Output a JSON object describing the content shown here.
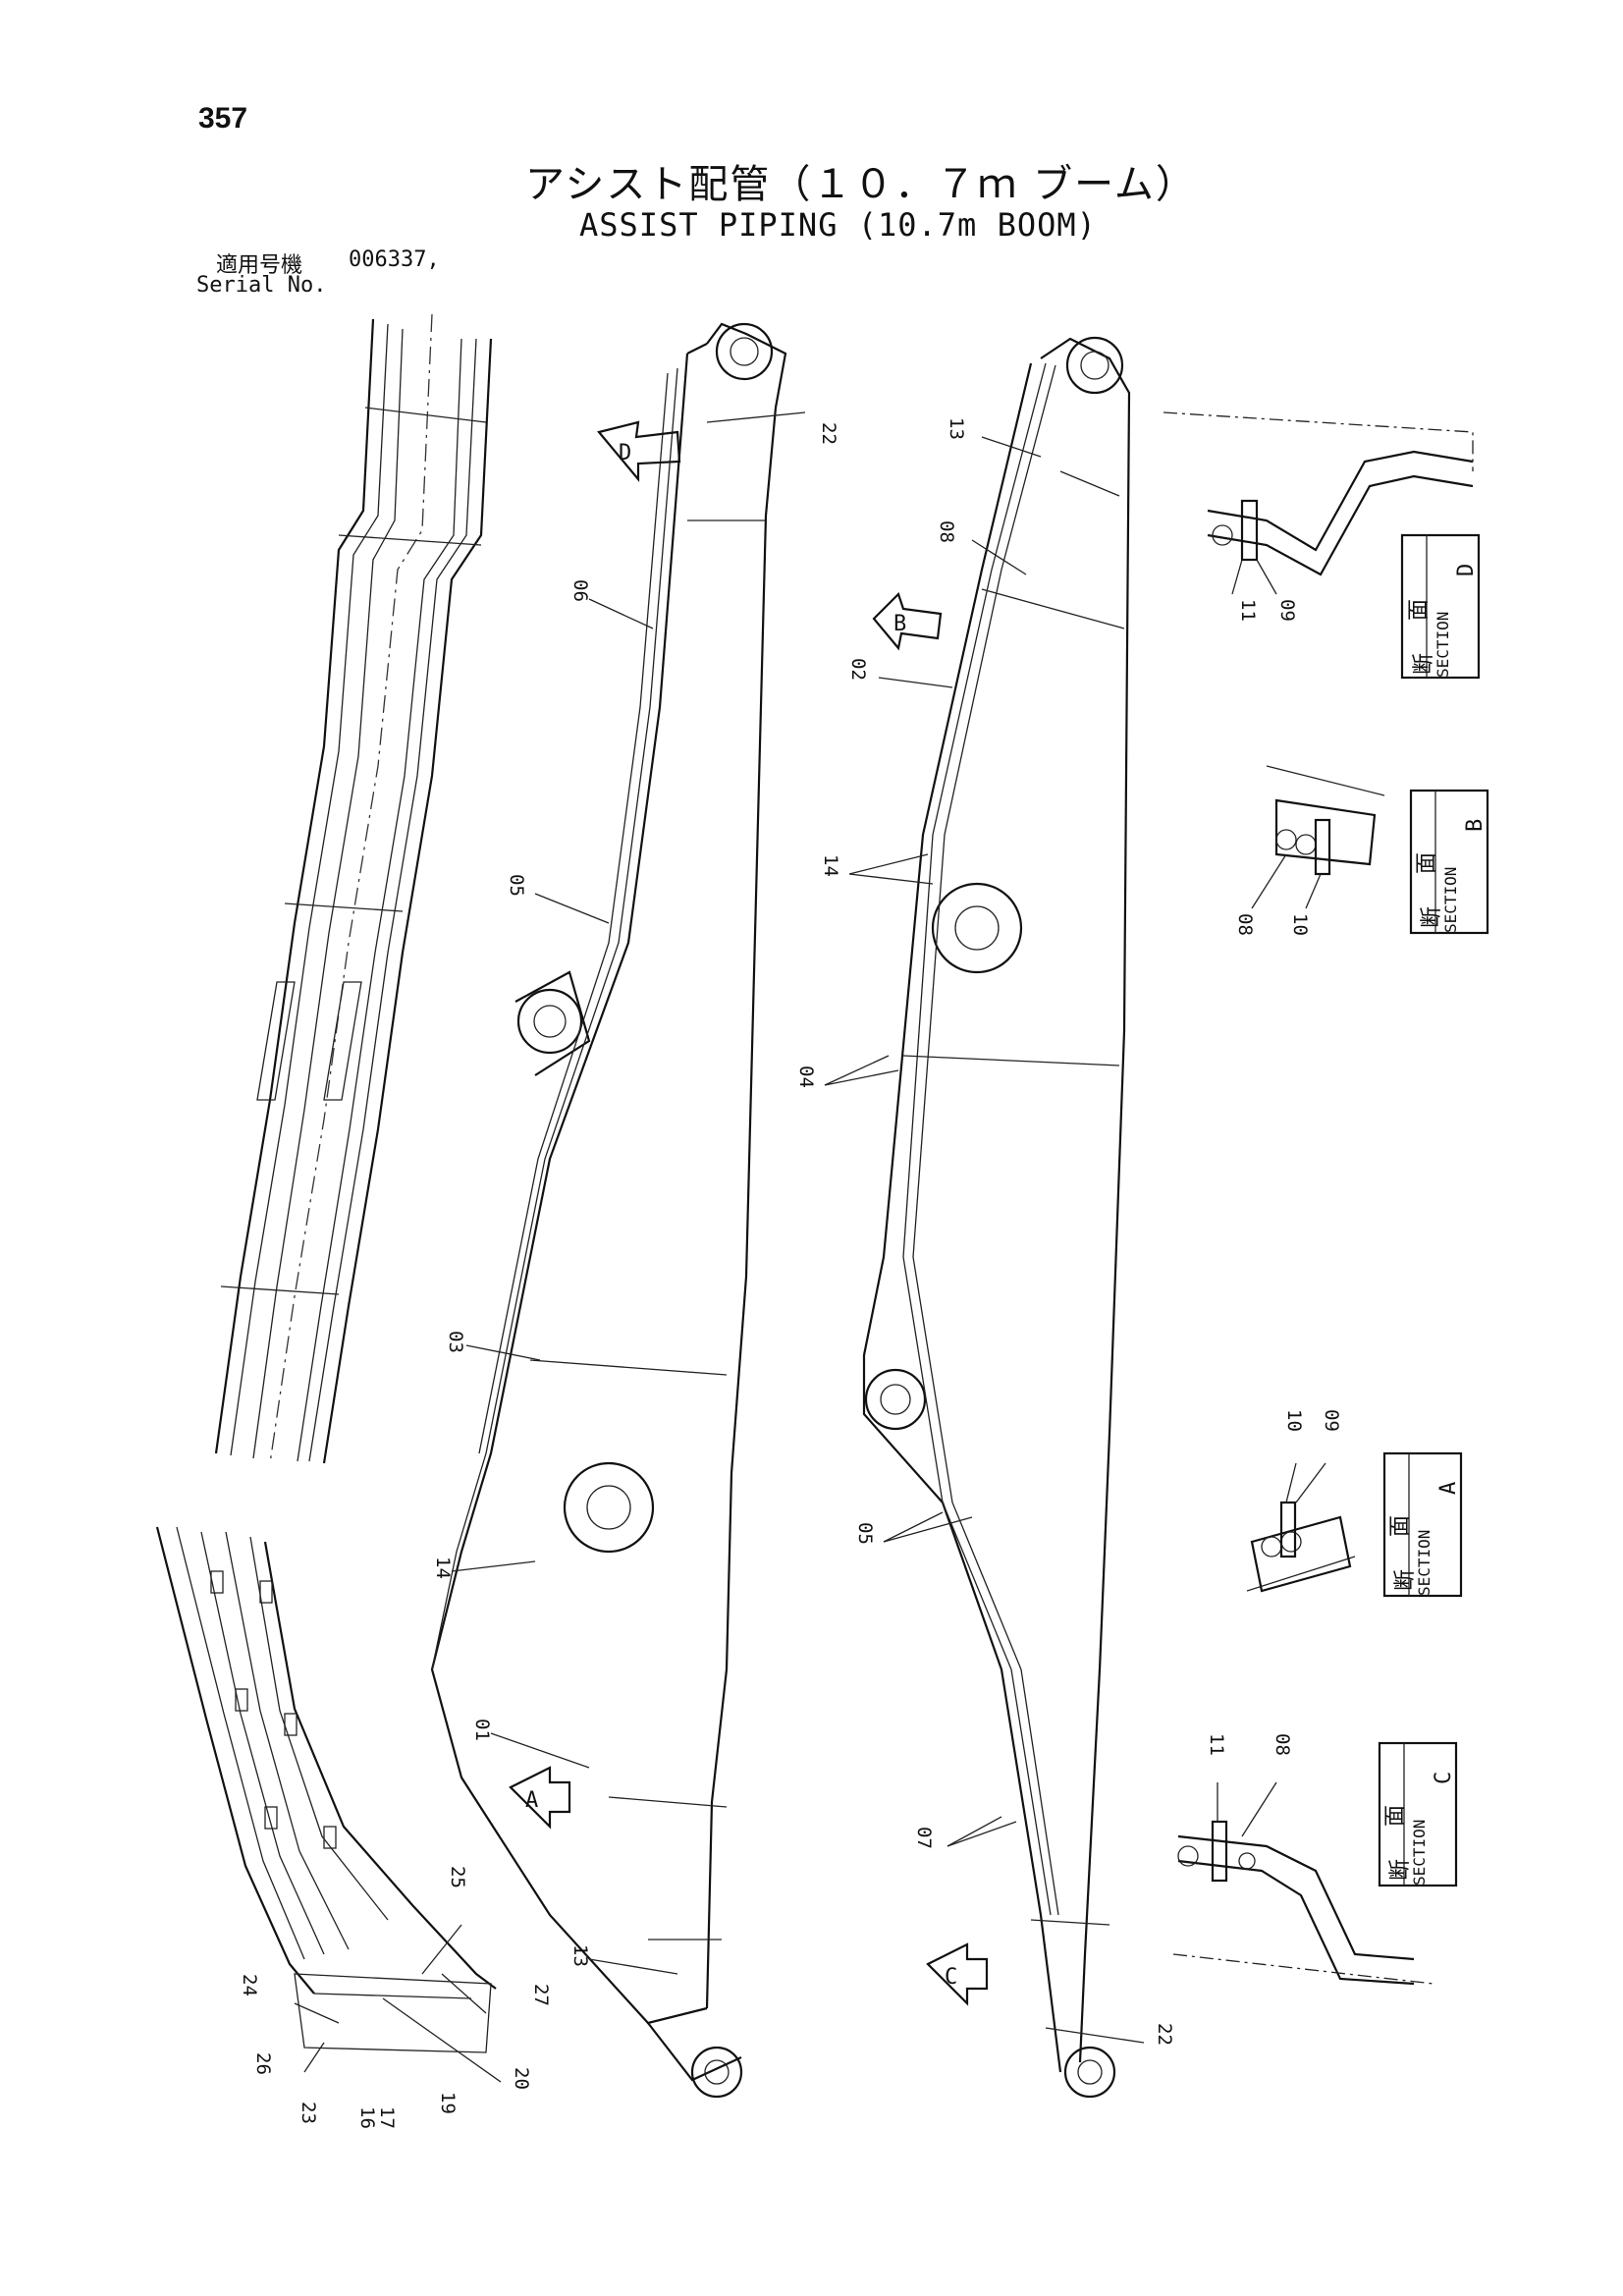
{
  "header": {
    "page_number": "357",
    "title_jp": "アシスト配管（１０．７ｍ ブーム）",
    "title_en": "ASSIST PIPING (10.7m BOOM)",
    "serial_label_jp": "適用号機",
    "serial_value": "006337,",
    "serial_label_en": "Serial No."
  },
  "callouts": {
    "c01": "01",
    "c02": "02",
    "c03": "03",
    "c04": "04",
    "c05a": "05",
    "c05b": "05",
    "c06": "06",
    "c07": "07",
    "c08": "08",
    "c09": "09",
    "c13a": "13",
    "c13b": "13",
    "c14a": "14",
    "c14b": "14",
    "c16": "16",
    "c17": "17",
    "c19": "19",
    "c20": "20",
    "c22a": "22",
    "c22b": "22",
    "c23": "23",
    "c24": "24",
    "c25": "25",
    "c26": "26",
    "c27": "27"
  },
  "view_arrows": {
    "a": "A",
    "b": "B",
    "c": "C",
    "d": "D"
  },
  "sections": {
    "d": {
      "jp_top": "断",
      "jp_mid": "面",
      "word": "SECTION",
      "letter": "D",
      "parts": [
        "11",
        "09"
      ]
    },
    "b": {
      "jp_top": "断",
      "jp_mid": "面",
      "word": "SECTION",
      "letter": "B",
      "parts": [
        "08",
        "10"
      ]
    },
    "a": {
      "jp_top": "断",
      "jp_mid": "面",
      "word": "SECTION",
      "letter": "A",
      "parts": [
        "10",
        "09"
      ]
    },
    "c": {
      "jp_top": "断",
      "jp_mid": "面",
      "word": "SECTION",
      "letter": "C",
      "parts": [
        "11",
        "08"
      ]
    }
  }
}
